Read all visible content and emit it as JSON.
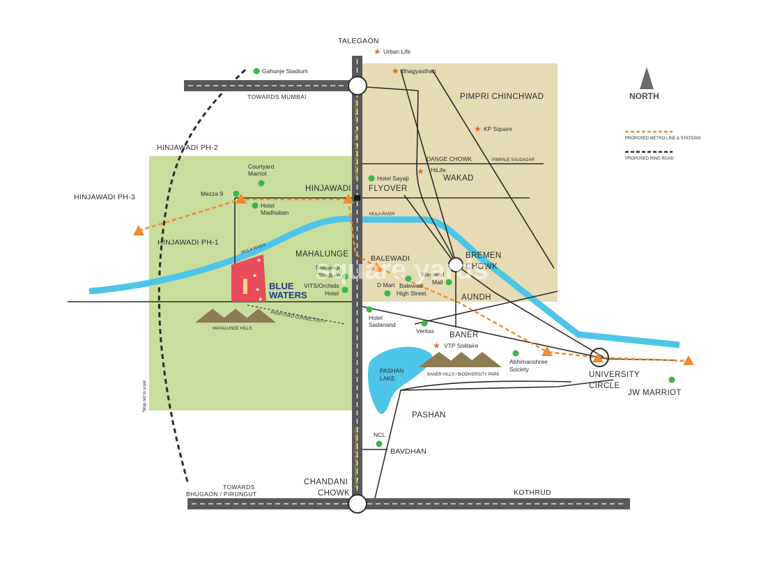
{
  "map": {
    "project_name_line1": "BLUE",
    "project_name_line2": "WATERS",
    "north_label": "NORTH",
    "note": "*Map not to scale",
    "colors": {
      "green_zone": "#c9dd9c",
      "tan_zone": "#e6dbb5",
      "road": "#58595b",
      "river": "#4cc5e8",
      "metro": "#ef8a2c",
      "project": "#e84c5a",
      "poi_green": "#3db54a",
      "poi_star": "#e5672c",
      "project_text": "#1f3a8a"
    },
    "legend": {
      "metro": "PROPOSED METRO LINE & STATIONS",
      "ring": "PROPOSED RING ROAD"
    },
    "roads": {
      "towards_mumbai": "TOWARDS MUMBAI",
      "expressway": "MUMBAI - PUNE EXPRESSWAY",
      "towards_bangalore": "TOWARDS BANGALORE",
      "towards_bhugaon_1": "TOWARDS",
      "towards_bhugaon_2": "BHUGAON / PIRUNGUT",
      "proposed_connectivity": "PROPOSED CONNECTIVITY",
      "mula_river_1": "MULA RIVER",
      "mula_river_2": "MULA    RIVER"
    },
    "areas": {
      "talegaon": "TALEGAON",
      "pimpri": "PIMPRI CHINCHWAD",
      "hinjawadi_ph2": "HINJAWADI PH-2",
      "hinjawadi_ph3": "HINJAWADI PH-3",
      "hinjawadi_ph1": "HINJAWADI PH-1",
      "hinjawadi": "HINJAWADI",
      "flyover": "FLYOVER",
      "wakad": "WAKAD",
      "dange_chowk": "DANGE  CHOWK",
      "pimpale_saudagar": "PIMPALE SAUDAGAR",
      "mahalunge": "MAHALUNGE",
      "balewadi": "BALEWADI",
      "bremen_1": "BREMEN",
      "bremen_2": "CHOWK",
      "aundh": "AUNDH",
      "baner": "BANER",
      "university_1": "UNIVERSITY",
      "university_2": "CIRCLE",
      "pashan": "PASHAN",
      "pashan_lake_1": "PASHAN",
      "pashan_lake_2": "LAKE",
      "bavdhan": "BAVDHAN",
      "chandani_1": "CHANDANI",
      "chandani_2": "CHOWK",
      "kothrud": "KOTHRUD",
      "mahalunge_hills": "MAHALUNGE HILLS",
      "baner_hills": "BANER HILLS / BIODIVERSITY PARK"
    },
    "pois": {
      "gahunje": "Gahunje Stadium",
      "urban_life": "Urban Life",
      "bhagyasthan": "Bhagyasthan",
      "kp_square": "KP Square",
      "courtyard_1": "Courtyard",
      "courtyard_2": "Marriot",
      "mezza": "Mezza 9",
      "madhuban_1": "Hotel",
      "madhuban_2": "Madhuban",
      "hilife": "HiLife",
      "sayaji": "Hotel Sayaji",
      "balewadi_stadium_1": "Balewadi",
      "balewadi_stadium_2": "Stadium",
      "vits_1": "VITS/Orchids",
      "vits_2": "Hotel",
      "dmart": "D Mart",
      "high_street_1": "Balewadi",
      "high_street_2": "High Street",
      "westend_1": "Westend",
      "westend_2": "Mall",
      "sadanand_1": "Hotel",
      "sadanand_2": "Sadanand",
      "veritas": "Veritas",
      "vtp": "VTP Solitaire",
      "abhimanshree_1": "Abhimanshree",
      "abhimanshree_2": "Society",
      "jw_marriot": "JW MARRIOT",
      "ncl": "NCL"
    },
    "watermark": "square yards"
  }
}
